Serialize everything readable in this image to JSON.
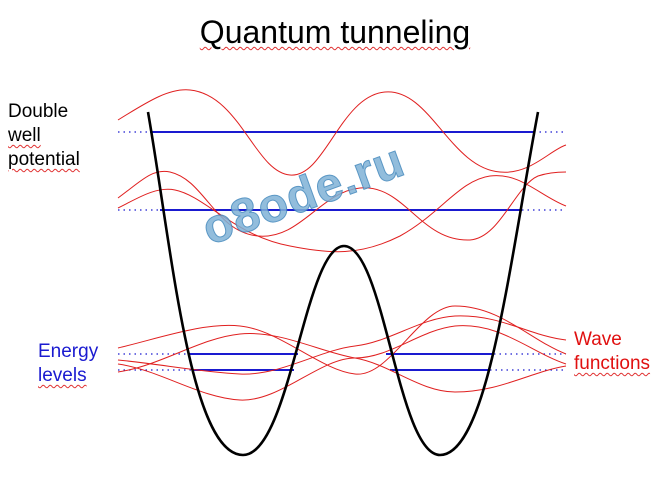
{
  "title": "Quantum tunneling",
  "labels": {
    "potential": [
      "Double",
      "well",
      "potential"
    ],
    "energy": [
      "Energy",
      "levels"
    ],
    "wave": [
      "Wave",
      "functions"
    ]
  },
  "watermark": "o8ode.ru",
  "colors": {
    "potential": "#000000",
    "energy_level": "#1a1ad0",
    "wavefunction": "#e02020",
    "dotted": "#1a1ad0",
    "label_black": "#000000",
    "label_blue": "#1a1ad0",
    "label_red": "#e01010"
  }
}
